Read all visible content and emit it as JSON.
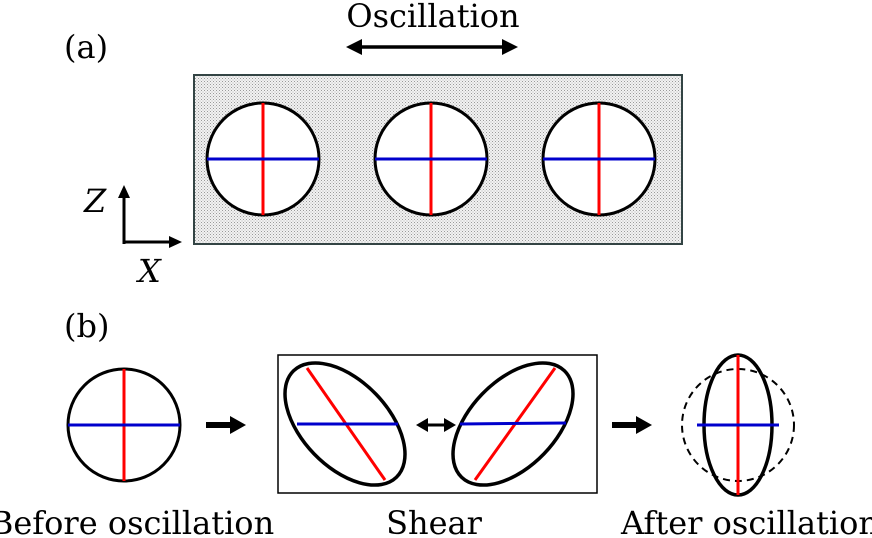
{
  "panel_a": {
    "label": "(a)",
    "oscillation_label": "Oscillation",
    "axis_z": "Z",
    "axis_x": "X"
  },
  "panel_b": {
    "label": "(b)",
    "captions": {
      "before": "Before oscillation",
      "shear": "Shear",
      "after": "After oscillation"
    }
  },
  "colors": {
    "red_line": "#ff0000",
    "blue_line": "#0000cc",
    "outline": "#000000",
    "box_fill": "#e4e4e4",
    "box_border": "#334444"
  }
}
